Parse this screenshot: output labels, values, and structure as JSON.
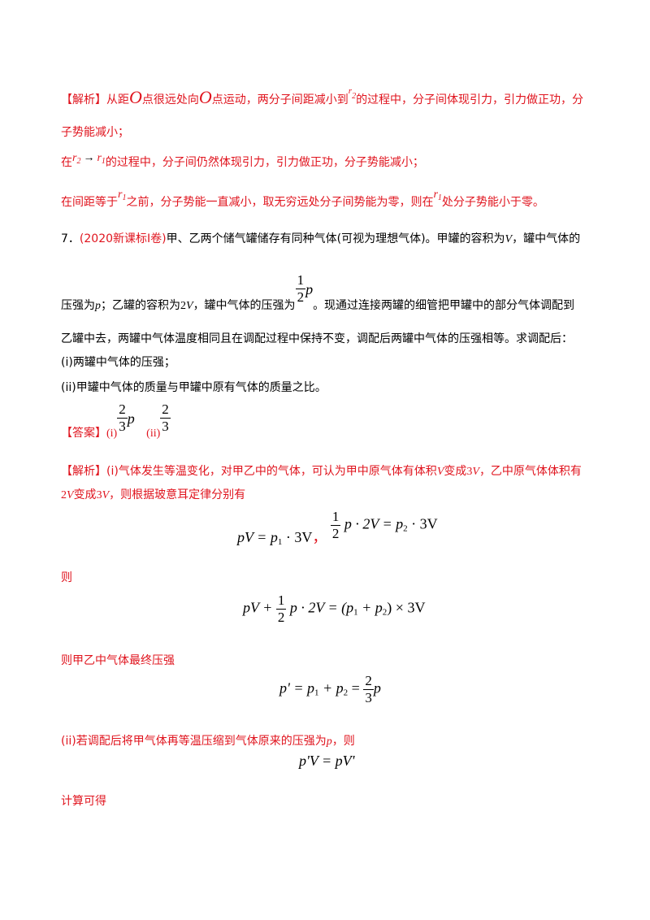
{
  "analysis1": {
    "tag": "【解析】",
    "p1a": "从距",
    "O1": "O",
    "p1b": "点很远处向",
    "O2": "O",
    "p1c": "点运动，两分子间距减小到",
    "r2": "r",
    "r2sub": "2",
    "p1d": "的过程中，分子间体现引力，引力做正功，分",
    "line2": "子势能减小；",
    "l3a": "在",
    "l3arrow": "→",
    "l3b": "的过程中，分子间仍然体现引力，引力做正功，分子势能减小；",
    "l4a": "在间距等于",
    "l4b": "之前，分子势能一直减小，取无穷远处分子间势能为零，则在",
    "l4c": "处分子势能小于零。",
    "r": "r",
    "sub1": "1",
    "sub2": "2"
  },
  "question": {
    "number": "7．",
    "source": "(2020新课标Ⅰ卷)",
    "l1": "甲、乙两个储气罐储存有同种气体(可视为理想气体)。甲罐的容积为",
    "V": "V",
    "l1b": "，罐中气体的",
    "l2a": "压强为",
    "p": "p",
    "l2b": "；乙罐的容积为",
    "twoV": "2",
    "l2c": "，罐中气体的压强为",
    "frac_num": "1",
    "frac_den": "2",
    "l2d": "。现通过连接两罐的细管把甲罐中的部分气体调配到",
    "l3": "乙罐中去，两罐中气体温度相同且在调配过程中保持不变，调配后两罐中气体的压强相等。求调配后：",
    "l4": "(i)两罐中气体的压强；",
    "l5": "(ii)甲罐中气体的质量与甲罐中原有气体的质量之比。"
  },
  "answer": {
    "tag": "【答案】",
    "i": "(i)",
    "ii": "(ii)",
    "num": "2",
    "den": "3",
    "p": "p"
  },
  "analysis2": {
    "tag": "【解析】",
    "l1a": "(i)气体发生等温变化，对甲乙中的气体，可认为甲中原气体有体积",
    "V": "V",
    "l1b": "变成",
    "three": "3",
    "l1c": "，乙中原气体体积有",
    "two": "2",
    "l2b": "变成",
    "l2c": "，则根据玻意耳定律分别有",
    "ze": "则",
    "final_label": "则甲乙中气体最终压强",
    "ii_text": "(ii)若调配后将甲气体再等温压缩到气体原来的压强为",
    "p": "p",
    "ii_end": "，则",
    "calc": "计算可得"
  },
  "equations": {
    "e1_left": "pV = p",
    "e1_sub": "1",
    "e1_right": " · 3V",
    "comma": "，",
    "e2_num": "1",
    "e2_den": "2",
    "e2_body": "p · 2V = p",
    "e2_sub": "2",
    "e2_end": " · 3V",
    "e3_a": "pV +",
    "e3_num": "1",
    "e3_den": "2",
    "e3_b": "p · 2V = (p",
    "e3_s1": "1",
    "e3_c": " + p",
    "e3_s2": "2",
    "e3_d": ") × 3V",
    "e4_a": "p' = p",
    "e4_s1": "1",
    "e4_b": " + p",
    "e4_s2": "2",
    "e4_c": " =",
    "e4_num": "2",
    "e4_den": "3",
    "e4_d": "p",
    "e5": "p'V = pV'"
  }
}
